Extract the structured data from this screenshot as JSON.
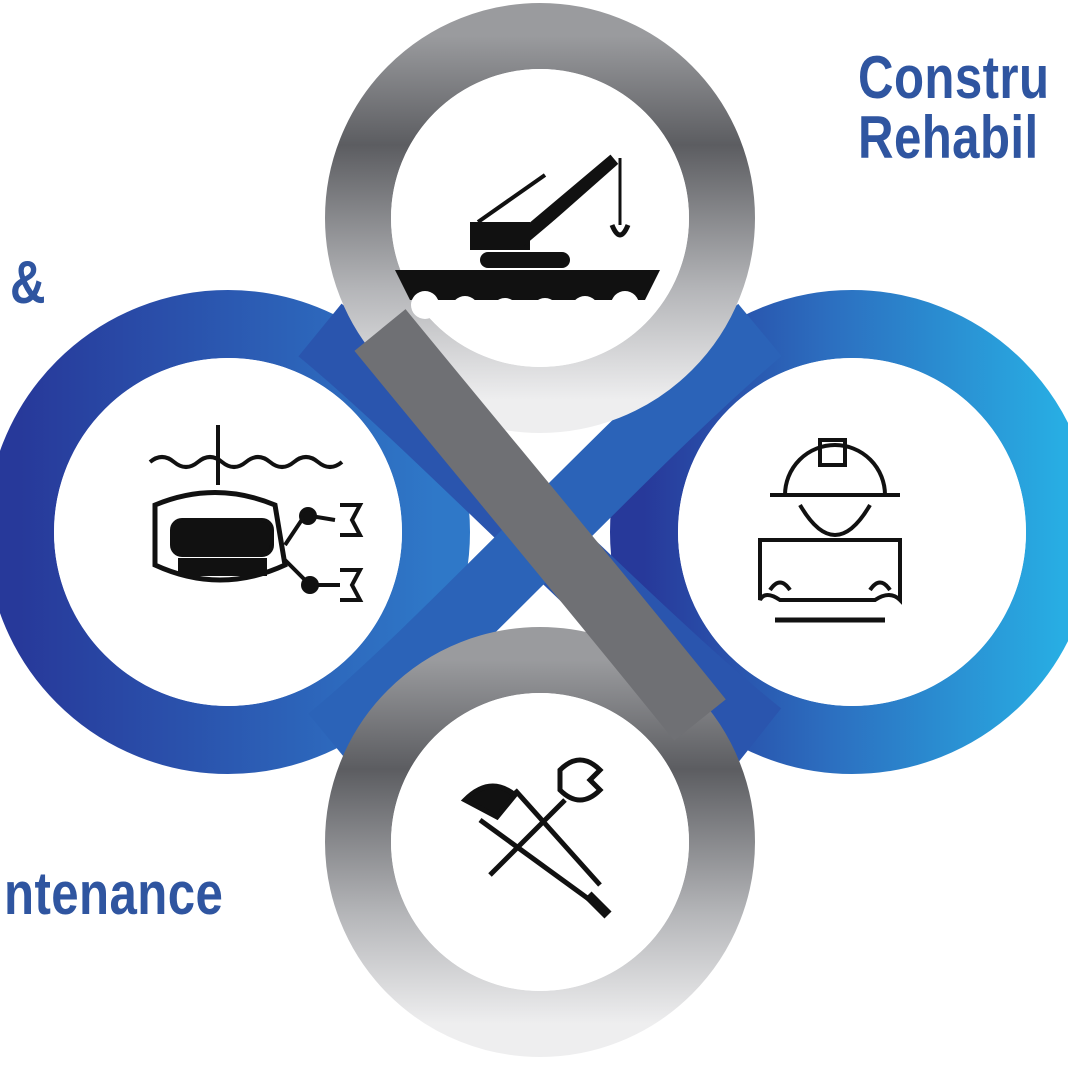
{
  "labels": {
    "construction_line1": "Constru",
    "construction_line2": "Rehabil",
    "inspection_fragment": "&",
    "maintenance_fragment": "ntenance"
  },
  "icons": {
    "top": "crane-on-barge-icon",
    "left": "underwater-rov-icon",
    "right": "engineer-with-blueprint-icon",
    "bottom": "tools-hammer-wrench-screwdriver-icon"
  },
  "colors": {
    "text": "#2f55a0",
    "blue_dark": "#27399a",
    "blue_light": "#2aa9e1",
    "gray_dark": "#5f6064",
    "gray_light": "#e9eaeb",
    "icon": "#111111"
  }
}
